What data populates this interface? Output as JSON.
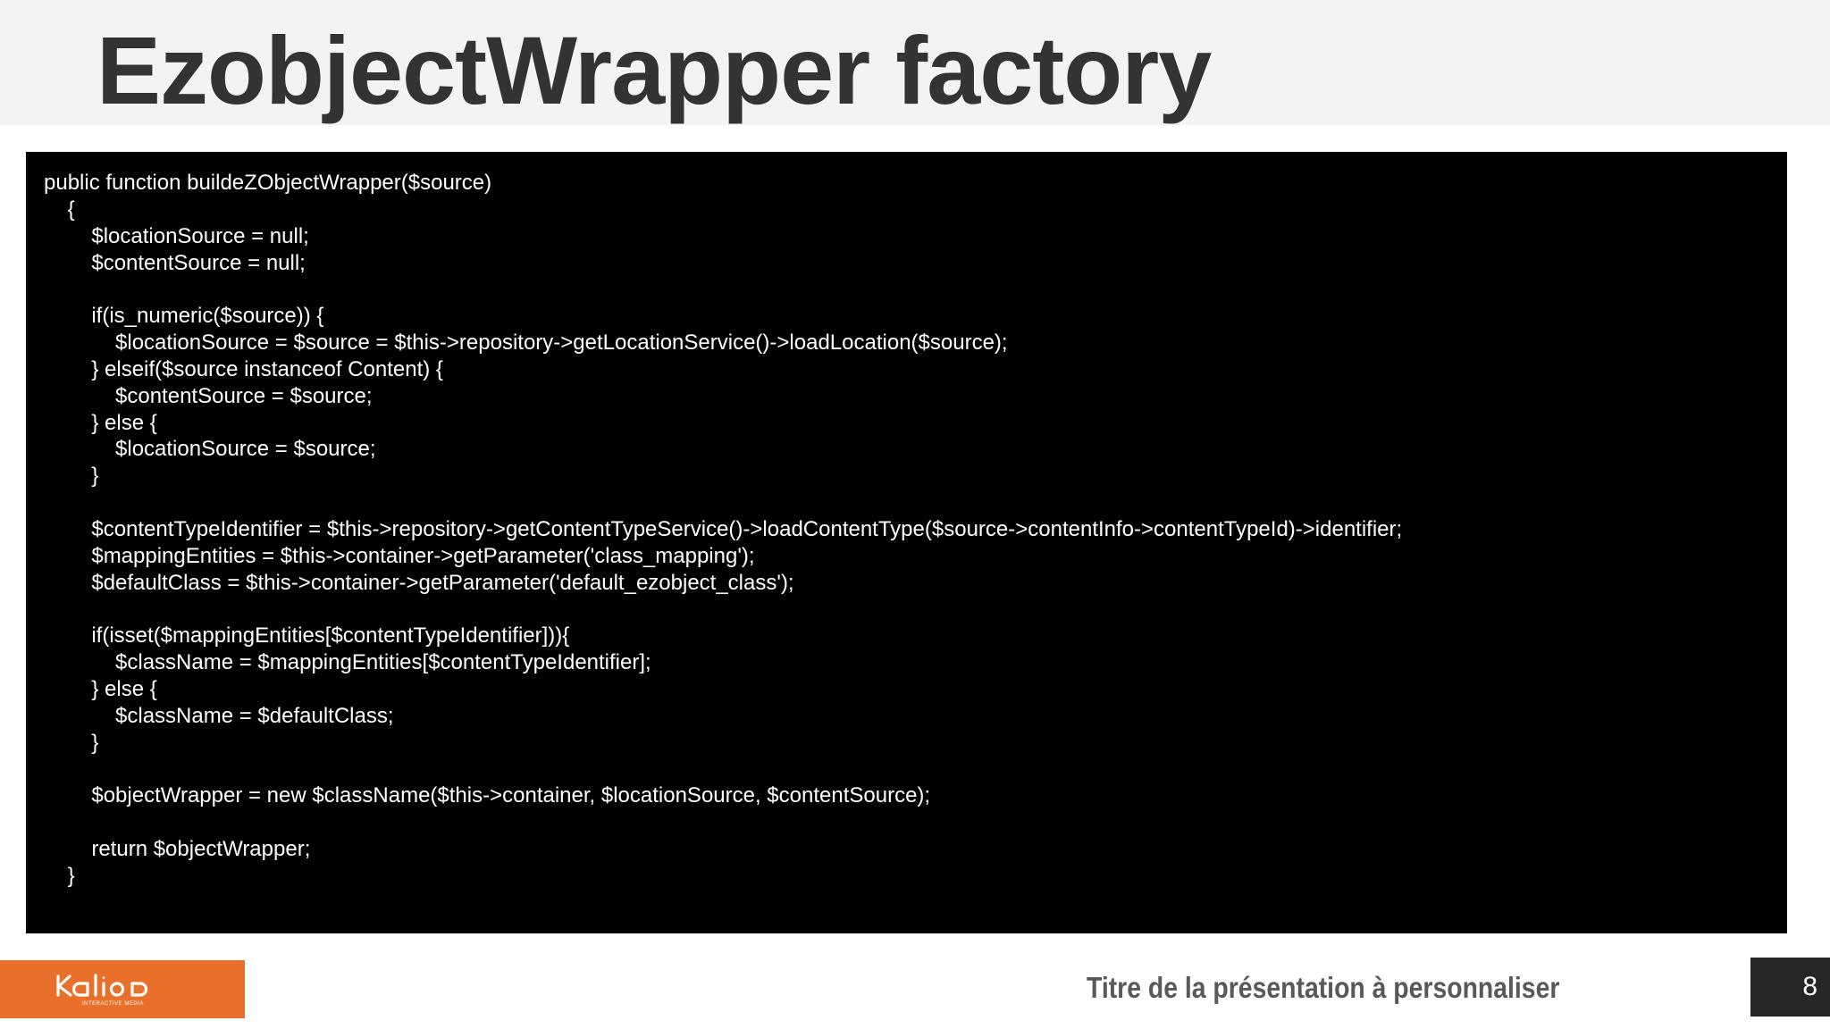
{
  "slide": {
    "title": "EzobjectWrapper factory",
    "code_lines": [
      "public function buildeZObjectWrapper($source)",
      "    {",
      "        $locationSource = null;",
      "        $contentSource = null;",
      "",
      "        if(is_numeric($source)) {",
      "            $locationSource = $source = $this->repository->getLocationService()->loadLocation($source);",
      "        } elseif($source instanceof Content) {",
      "            $contentSource = $source;",
      "        } else {",
      "            $locationSource = $source;",
      "        }",
      "",
      "        $contentTypeIdentifier = $this->repository->getContentTypeService()->loadContentType($source->contentInfo->contentTypeId)->identifier;",
      "        $mappingEntities = $this->container->getParameter('class_mapping');",
      "        $defaultClass = $this->container->getParameter('default_ezobject_class');",
      "",
      "        if(isset($mappingEntities[$contentTypeIdentifier])){",
      "            $className = $mappingEntities[$contentTypeIdentifier];",
      "        } else {",
      "            $className = $defaultClass;",
      "        }",
      "",
      "        $objectWrapper = new $className($this->container, $locationSource, $contentSource);",
      "",
      "        return $objectWrapper;",
      "    }"
    ]
  },
  "footer": {
    "logo": {
      "brand": "Kaliop",
      "tagline": "INTERACTIVE MEDIA",
      "icon": "kaliop-logo-icon"
    },
    "presentation_title": "Titre de la présentation à personnaliser",
    "page_number": "8"
  },
  "colors": {
    "title_band": "#f3f3f3",
    "title_text": "#333333",
    "code_background": "#000000",
    "code_text": "#ffffff",
    "logo_background": "#e8702a",
    "footer_text": "#595959",
    "page_box": "#262626"
  }
}
